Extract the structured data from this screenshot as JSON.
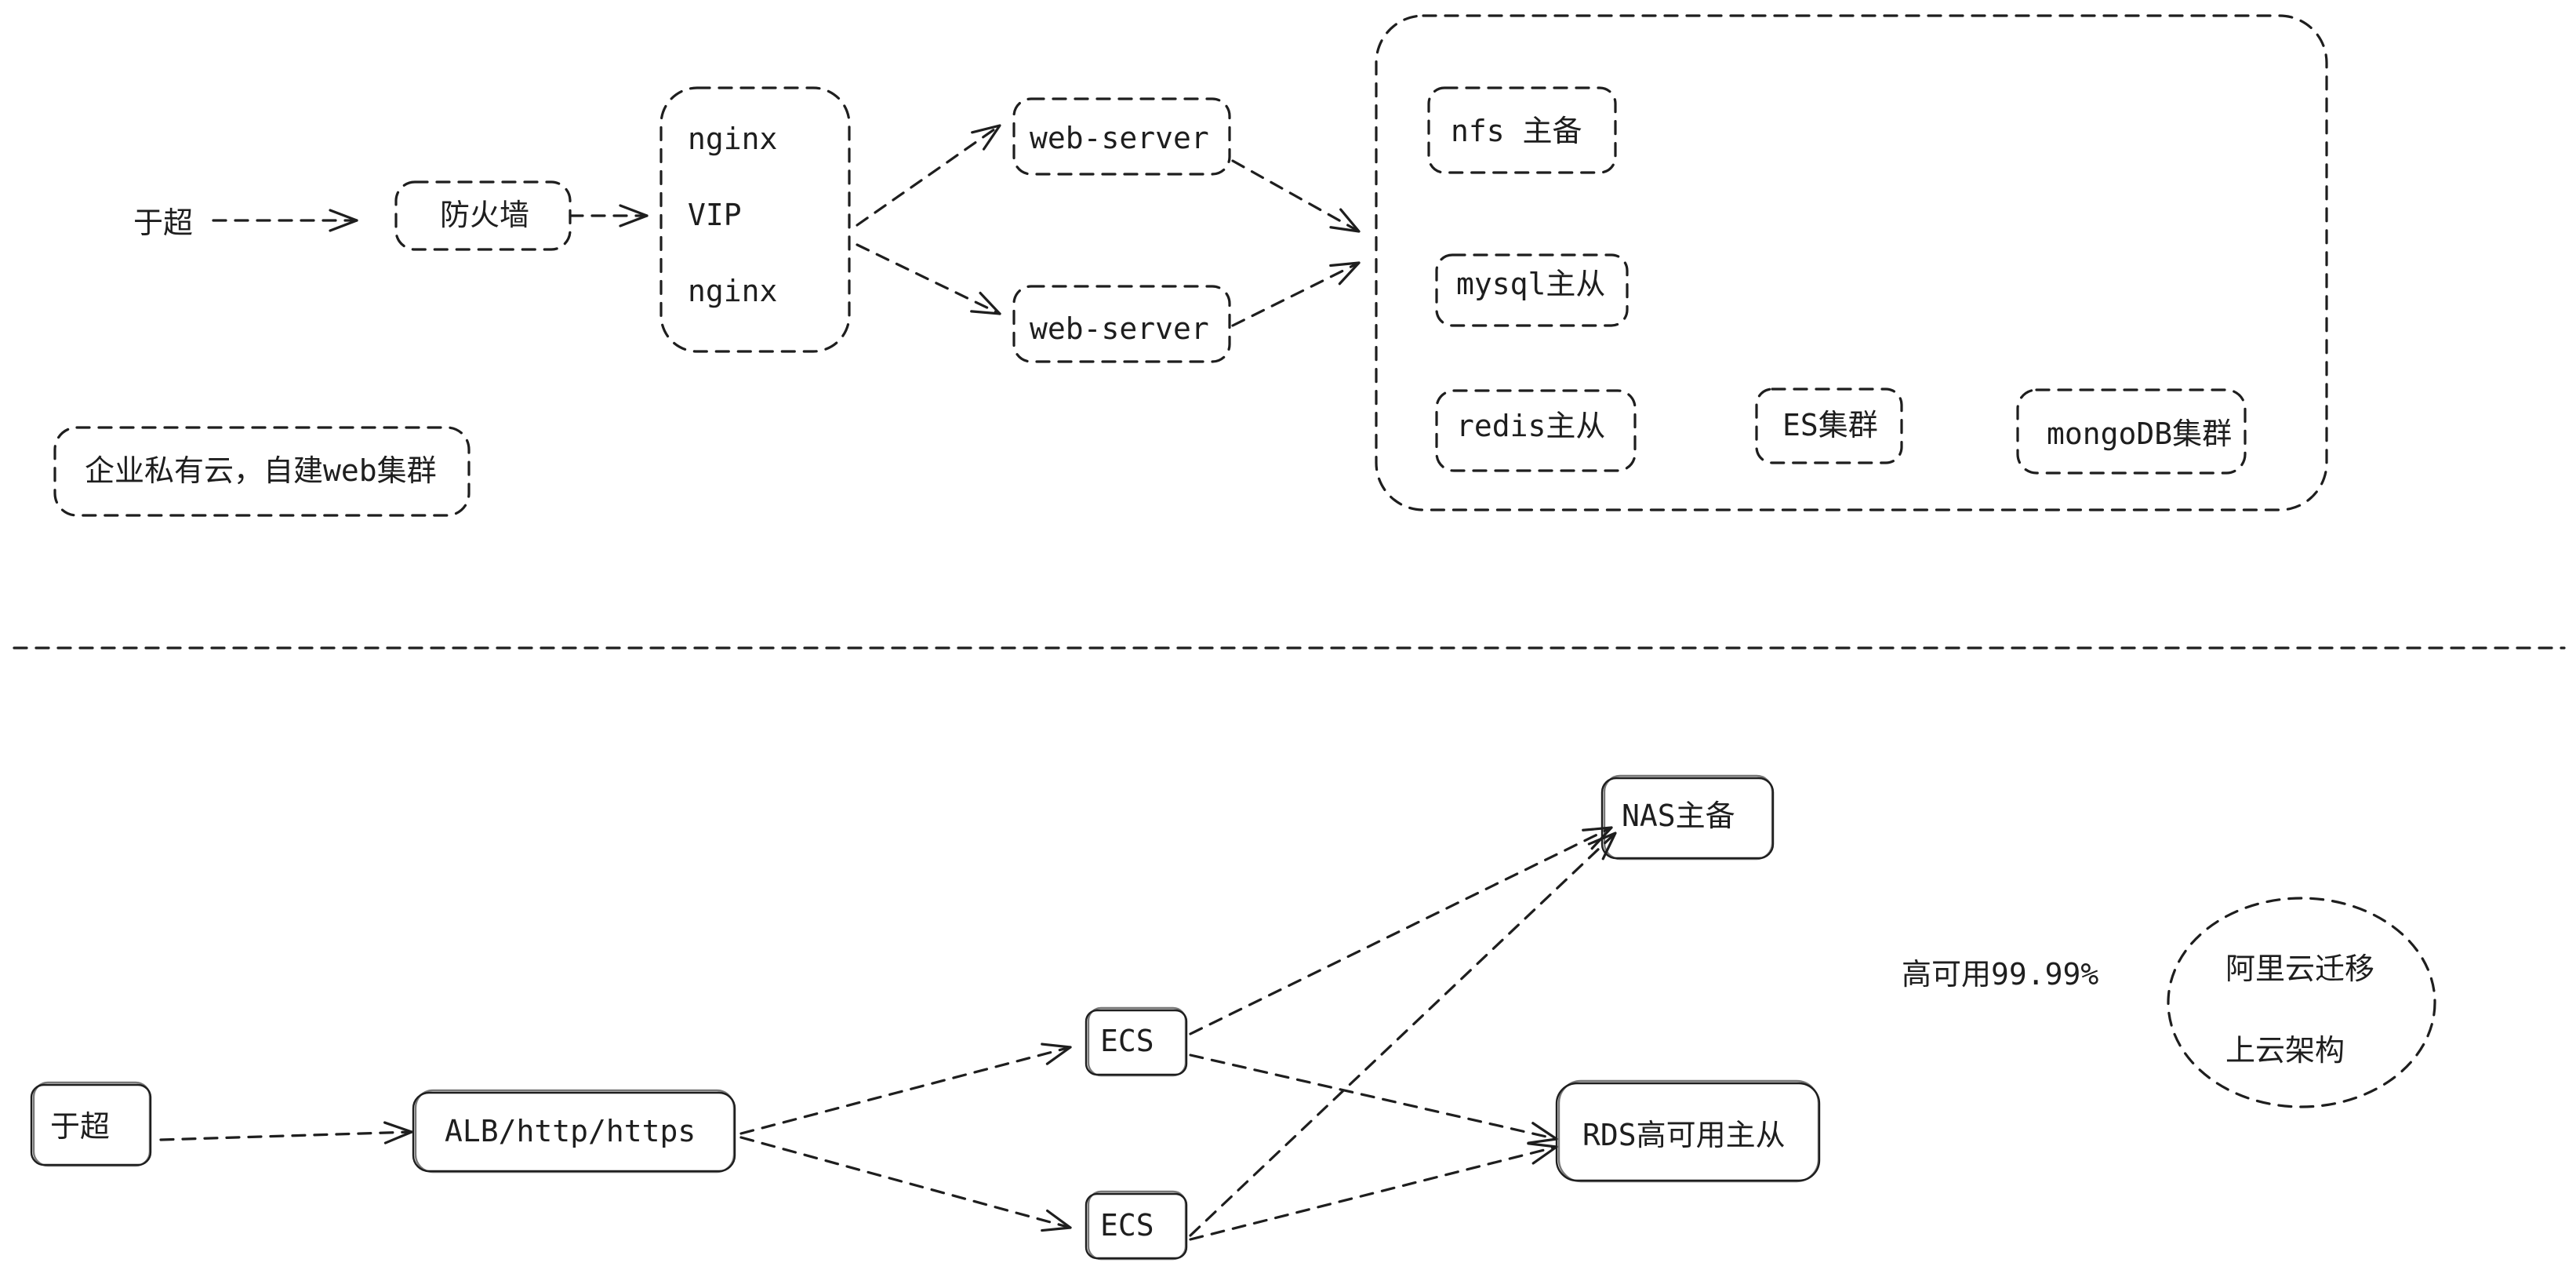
{
  "top_section": {
    "user_label": "于超",
    "firewall_label": "防火墙",
    "lb_group": {
      "line1": "nginx",
      "line2": "VIP",
      "line3": "nginx"
    },
    "web_server_1": "web-server",
    "web_server_2": "web-server",
    "backend": {
      "nfs": "nfs 主备",
      "mysql": "mysql主从",
      "redis": "redis主从",
      "es": "ES集群",
      "mongodb": "mongoDB集群"
    },
    "caption": "企业私有云，自建web集群"
  },
  "bottom_section": {
    "user_label": "于超",
    "alb_label": "ALB/http/https",
    "ecs_1": "ECS",
    "ecs_2": "ECS",
    "nas_label": "NAS主备",
    "rds_label": "RDS高可用主从",
    "availability_label": "高可用99.99%",
    "cloud_bubble": {
      "line1": "阿里云迁移",
      "line2": "上云架构"
    }
  }
}
